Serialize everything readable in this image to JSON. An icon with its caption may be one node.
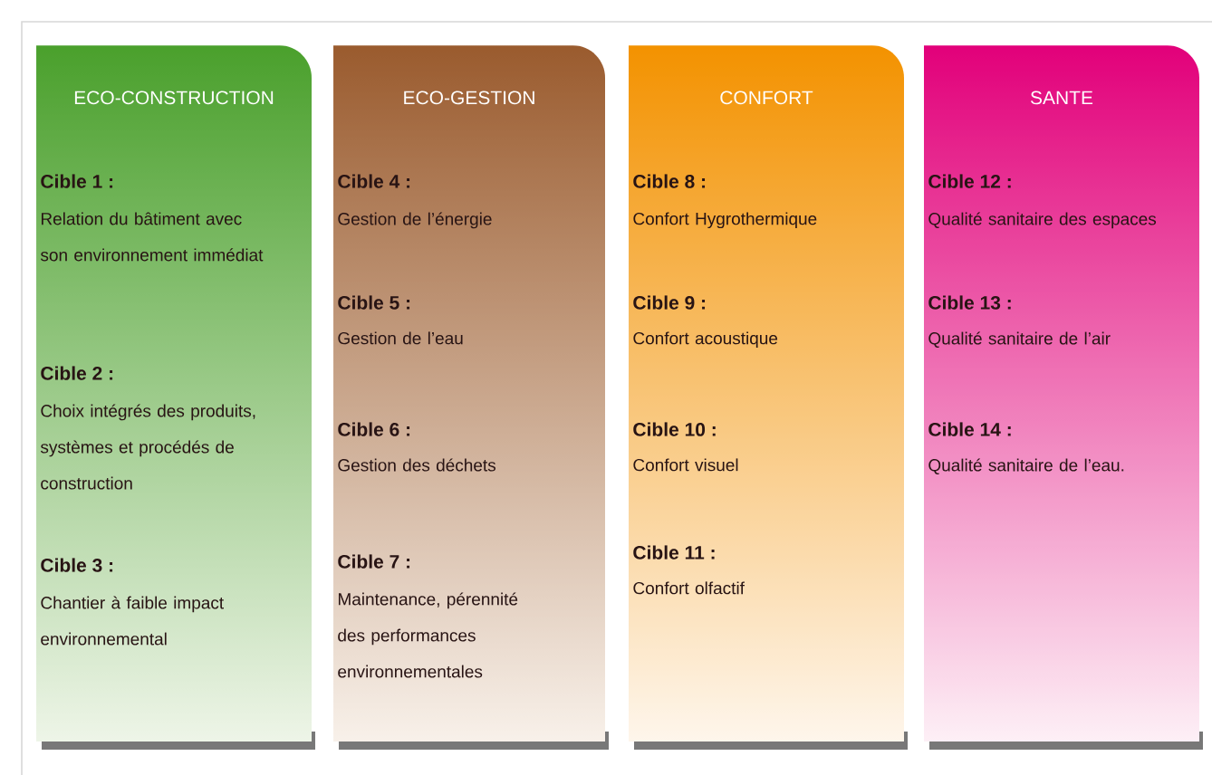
{
  "diagram": {
    "nodes": [
      {
        "text": [
          "ECO-CONSTRUCTION",
          "Cible 1 :",
          "Relation du bâtiment avec son environnement immédiat",
          "Cible 2 :",
          "Choix intégrés des produits, systèmes et procédés de construction",
          "Cible 3 :",
          "Chantier à faible impact environnemental"
        ]
      },
      {
        "text": [
          "ECO-GESTION",
          "Cible 4 :",
          "Gestion de l’énergie",
          "Cible 5 :",
          "Gestion de l’eau",
          "Cible 6 :",
          "Gestion des déchets",
          "Cible 7 :",
          "Maintenance, pérennité des performances environnementales"
        ]
      },
      {
        "text": [
          "CONFORT",
          "Cible 8 :",
          "Confort Hygrothermique",
          "Cible 9 :",
          "Confort acoustique",
          "Cible 10 :",
          "Confort visuel",
          "Cible 11 :",
          "Confort olfactif"
        ]
      },
      {
        "text": [
          "SANTE",
          "Cible 12 :",
          "Qualité sanitaire des espaces",
          "Cible 13 :",
          "Qualité sanitaire de l’air",
          "Cible 14 :",
          "Qualité sanitaire de l’eau."
        ]
      }
    ],
    "edges": []
  }
}
